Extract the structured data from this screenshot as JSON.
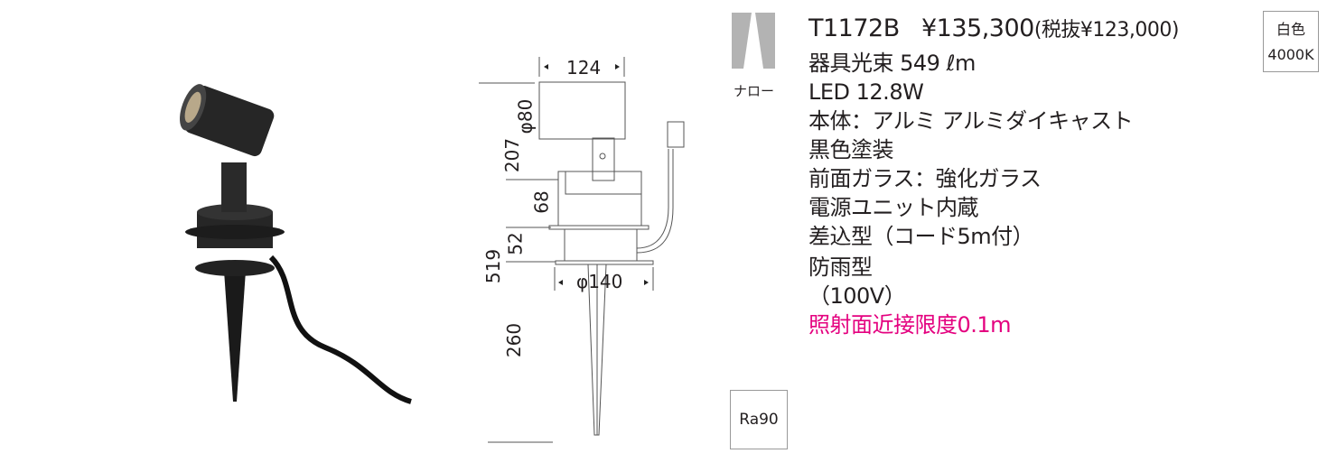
{
  "product": {
    "model": "T1172B",
    "price": "¥135,300",
    "price_ex_tax": "(税抜¥123,000)",
    "beam_label": "ナロー",
    "specs": [
      "器具光束 549 ℓm",
      "LED 12.8W",
      "本体：アルミ アルミダイキャスト",
      "黒色塗装",
      "前面ガラス：強化ガラス",
      "電源ユニット内蔵",
      "差込型（コード5m付）",
      "防雨型",
      "（100V）"
    ],
    "note": "照射面近接限度0.1m",
    "color_badge": {
      "line1": "白色",
      "line2": "4000K"
    },
    "cri_badge": "Ra90"
  },
  "dimensions": {
    "width": "124",
    "head_diameter": "φ80",
    "upper_height": "207",
    "body_height": "68",
    "flange_height": "52",
    "total_height": "519",
    "base_diameter": "φ140",
    "spike_length": "260"
  },
  "colors": {
    "accent": "#e4007f",
    "icon_gray": "#b3b3b3",
    "text": "#231f20"
  }
}
